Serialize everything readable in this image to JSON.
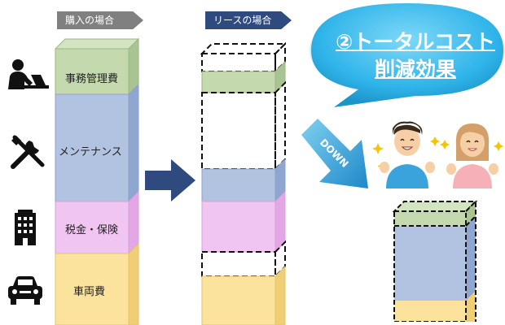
{
  "purchase": {
    "header": "購入の場合",
    "labels": {
      "admin": "事務管理費",
      "maintenance": "メンテナンス",
      "tax": "税金・保険",
      "vehicle": "車両費"
    }
  },
  "lease": {
    "header": "リースの場合"
  },
  "callout": {
    "line1": "②トータルコスト",
    "line2": "削減効果"
  },
  "down_label": "DOWN",
  "icons": [
    "person-at-computer-icon",
    "tools-icon",
    "building-icon",
    "car-icon",
    "happy-man-icon",
    "happy-woman-icon"
  ],
  "colors": {
    "header_grey": "#808080",
    "header_navy": "#2F4A7E",
    "green": "#C4D9AE",
    "blue": "#B2C3E2",
    "pink": "#F1C5F2",
    "yellow": "#FBE39E",
    "bubble": "#2FB4EA"
  }
}
